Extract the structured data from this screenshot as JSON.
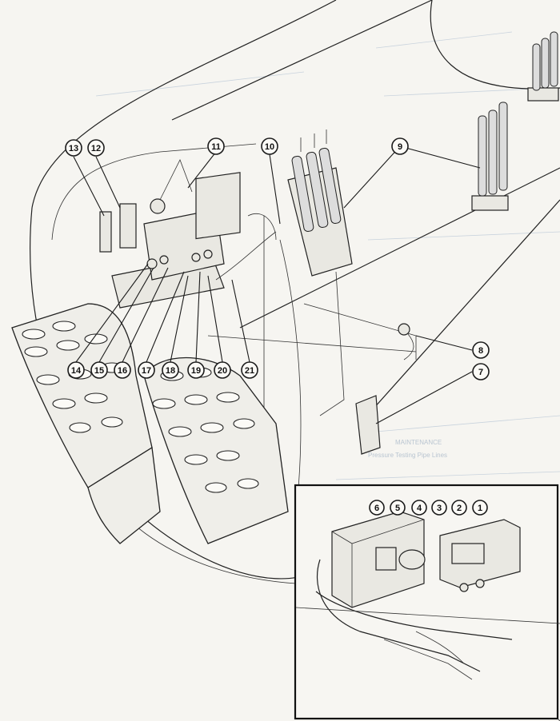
{
  "callouts": [
    {
      "n": "1"
    },
    {
      "n": "2"
    },
    {
      "n": "3"
    },
    {
      "n": "4"
    },
    {
      "n": "5"
    },
    {
      "n": "6"
    },
    {
      "n": "7"
    },
    {
      "n": "8"
    },
    {
      "n": "9"
    },
    {
      "n": "10"
    },
    {
      "n": "11"
    },
    {
      "n": "12"
    },
    {
      "n": "13"
    },
    {
      "n": "14"
    },
    {
      "n": "15"
    },
    {
      "n": "16"
    },
    {
      "n": "17"
    },
    {
      "n": "18"
    },
    {
      "n": "19"
    },
    {
      "n": "20"
    },
    {
      "n": "21"
    }
  ],
  "background_text": {
    "heading": "MAINTENANCE",
    "line1": "Pressure Testing Pipe Lines"
  }
}
